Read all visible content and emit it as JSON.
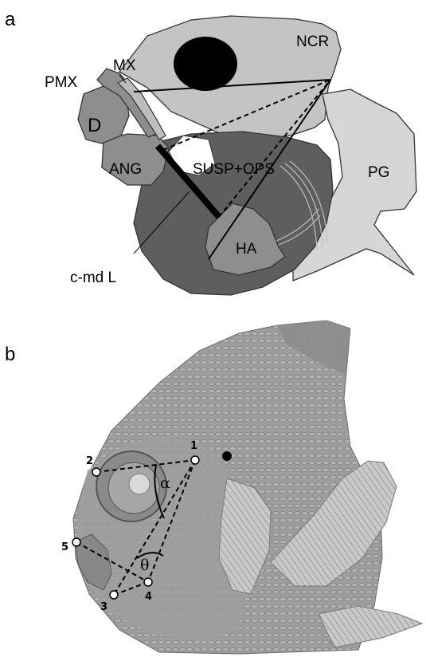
{
  "panel_a": {
    "label": "a",
    "bones": {
      "ncr": "NCR",
      "mx": "MX",
      "pmx": "PMX",
      "d": "D",
      "ang": "ANG",
      "susp_ops": "SUSP+OPS",
      "pg": "PG",
      "ha": "HA"
    },
    "lever_label": "c-md L"
  },
  "panel_b": {
    "label": "b",
    "points": [
      "1",
      "2",
      "3",
      "4",
      "5"
    ],
    "angles": {
      "alpha": "α",
      "theta": "θ"
    }
  },
  "colors": {
    "light_bone": "#c4c4c4",
    "mid_bone": "#8e8e8e",
    "dark_bone": "#5e5e5e",
    "fish": "#9a9a9a",
    "outline": "#333333"
  }
}
